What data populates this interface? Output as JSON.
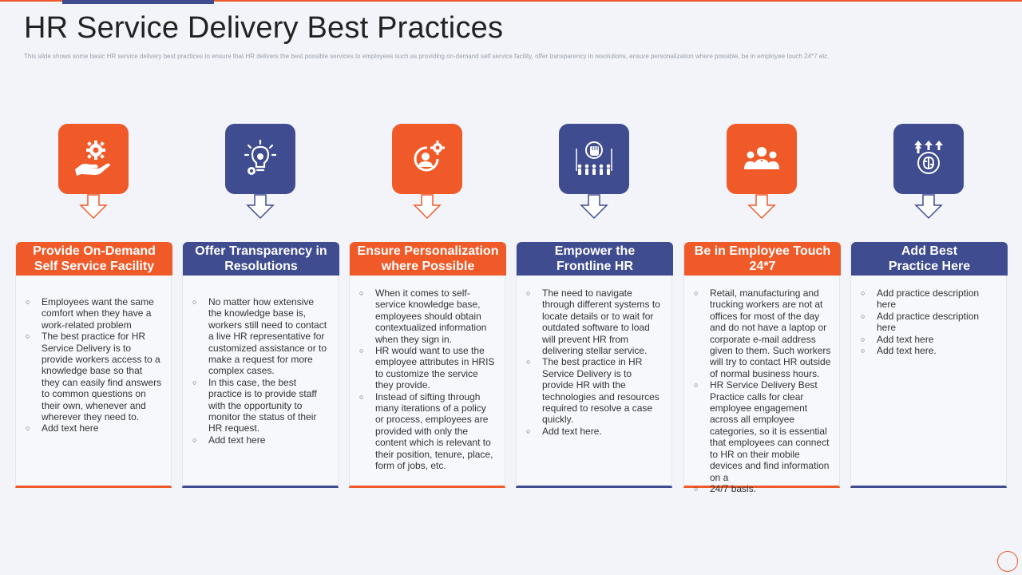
{
  "title": "HR Service Delivery Best Practices",
  "subtitle": "This slide shows some basic HR service delivery best practices to ensure that HR delivers the best possible services to employees such as providing on-demand self service facility, offer transparency in resolutions, ensure personalization where possible, be in employee touch 24*7 etc.",
  "colors": {
    "orange": "#f05a28",
    "blue": "#3f4c8f"
  },
  "practices": [
    {
      "color": "orange",
      "icon": "gear-hand-icon",
      "title_lines": [
        "Provide On-Demand",
        "Self Service Facility"
      ],
      "bullets": [
        "Employees want the same comfort when they have a work-related problem",
        "The best practice for HR Service Delivery is to provide workers access to a knowledge base so that they can easily find answers to common questions on their own, whenever and wherever they need to.",
        "Add text here"
      ]
    },
    {
      "color": "blue",
      "icon": "lightbulb-gear-icon",
      "title_lines": [
        "Offer Transparency in",
        "Resolutions"
      ],
      "bullets": [
        "No matter how extensive the knowledge base is, workers still need to contact a live HR representative for customized assistance or to make a request for more complex cases.",
        "In this case, the best practice is to provide staff with the opportunity to monitor the status of their HR request.",
        "Add text here"
      ]
    },
    {
      "color": "orange",
      "icon": "person-gear-icon",
      "title_lines": [
        "Ensure Personalization",
        "where Possible"
      ],
      "bullets": [
        "When it comes to self-service knowledge base, employees should obtain contextualized information when they sign in.",
        "HR would want to use the employee attributes in HRIS to customize the service they provide.",
        "Instead of sifting through many iterations of a policy or process, employees are provided with only the content which is relevant to their position, tenure, place, form of jobs, etc."
      ]
    },
    {
      "color": "blue",
      "icon": "raised-fist-group-icon",
      "title_lines": [
        "Empower the",
        "Frontline HR"
      ],
      "bullets": [
        "The need to navigate through different systems to locate details or to wait for outdated software to load will prevent HR from delivering stellar service.",
        "The best practice in HR Service Delivery is to provide HR with the technologies and resources required to resolve a case quickly.",
        "Add text here."
      ]
    },
    {
      "color": "orange",
      "icon": "team-group-icon",
      "title_lines": [
        "Be in Employee Touch",
        "24*7"
      ],
      "bullets": [
        "Retail, manufacturing and trucking workers are not at offices for most of the day and do not have a laptop or corporate e-mail address given to them. Such workers will try to contact HR outside of normal business hours.",
        "HR Service Delivery Best Practice calls for clear employee engagement across all employee categories, so it is essential that employees can connect to HR on their mobile devices and find information on a",
        " 24/7 basis."
      ]
    },
    {
      "color": "blue",
      "icon": "brain-arrows-icon",
      "title_lines": [
        "Add Best",
        "Practice Here"
      ],
      "bullets": [
        "Add practice description here",
        "Add practice description here",
        "Add text here",
        "Add text here."
      ]
    }
  ]
}
